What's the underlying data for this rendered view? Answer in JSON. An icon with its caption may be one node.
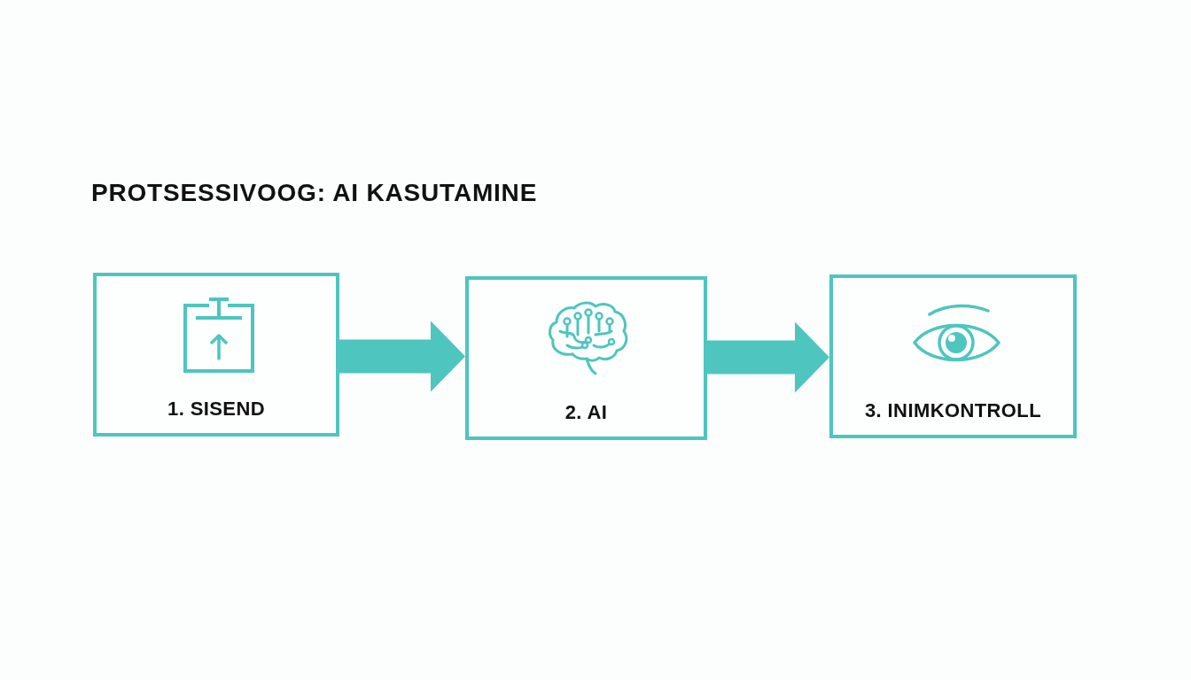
{
  "diagram": {
    "title": "PROTSESSIVOOG: AI KASUTAMINE",
    "nodes": [
      {
        "text": [
          "1. SISEND"
        ]
      },
      {
        "text": [
          "2. AI"
        ]
      },
      {
        "text": [
          "3. INIMKONTROLL"
        ]
      }
    ],
    "edges": [
      {
        "from": 0,
        "to": 1,
        "arrow": "to"
      },
      {
        "from": 1,
        "to": 2,
        "arrow": "to"
      }
    ]
  }
}
